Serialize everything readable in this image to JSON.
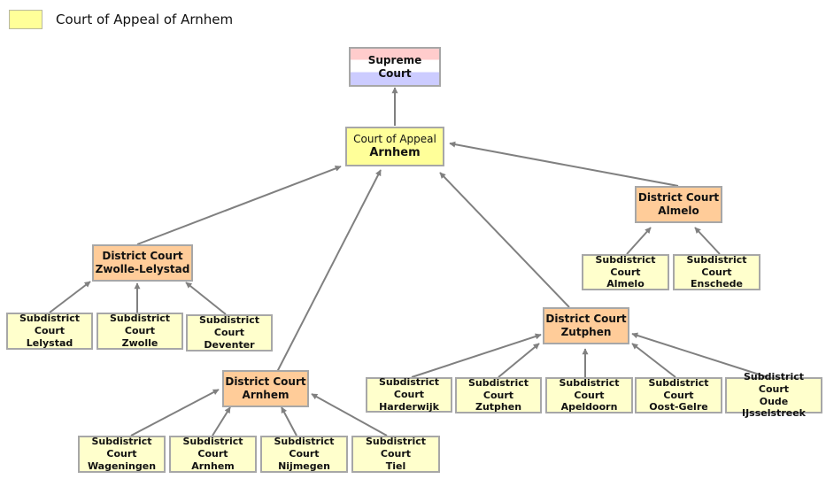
{
  "legend": {
    "label": "Court of Appeal of Arnhem",
    "color": "#ffff99"
  },
  "colors": {
    "appeal": "#ffff99",
    "district": "#ffcc99",
    "subdistrict": "#ffffcc",
    "supreme_flag": [
      "#ffcccc",
      "#ffffff",
      "#ccccff"
    ],
    "arrow": "#808080"
  },
  "supreme": {
    "label": "Supreme Court"
  },
  "appeal": {
    "line1": "Court of Appeal",
    "line2": "Arnhem"
  },
  "districts": {
    "zwolle": {
      "line1": "District Court",
      "line2": "Zwolle-Lelystad"
    },
    "almelo": {
      "line1": "District Court",
      "line2": "Almelo"
    },
    "zutphen": {
      "line1": "District Court",
      "line2": "Zutphen"
    },
    "arnhem": {
      "line1": "District Court",
      "line2": "Arnhem"
    }
  },
  "subdistricts": {
    "zwolle": [
      {
        "line1": "Subdistrict Court",
        "line2": "Lelystad"
      },
      {
        "line1": "Subdistrict Court",
        "line2": "Zwolle"
      },
      {
        "line1": "Subdistrict Court",
        "line2": "Deventer"
      }
    ],
    "almelo": [
      {
        "line1": "Subdistrict Court",
        "line2": "Almelo"
      },
      {
        "line1": "Subdistrict Court",
        "line2": "Enschede"
      }
    ],
    "zutphen": [
      {
        "line1": "Subdistrict Court",
        "line2": "Harderwijk"
      },
      {
        "line1": "Subdistrict Court",
        "line2": "Zutphen"
      },
      {
        "line1": "Subdistrict Court",
        "line2": "Apeldoorn"
      },
      {
        "line1": "Subdistrict Court",
        "line2": "Oost-Gelre"
      },
      {
        "line1": "Subdistrict Court",
        "line2": "Oude IJsselstreek"
      }
    ],
    "arnhem": [
      {
        "line1": "Subdistrict Court",
        "line2": "Wageningen"
      },
      {
        "line1": "Subdistrict Court",
        "line2": "Arnhem"
      },
      {
        "line1": "Subdistrict Court",
        "line2": "Nijmegen"
      },
      {
        "line1": "Subdistrict Court",
        "line2": "Tiel"
      }
    ]
  }
}
